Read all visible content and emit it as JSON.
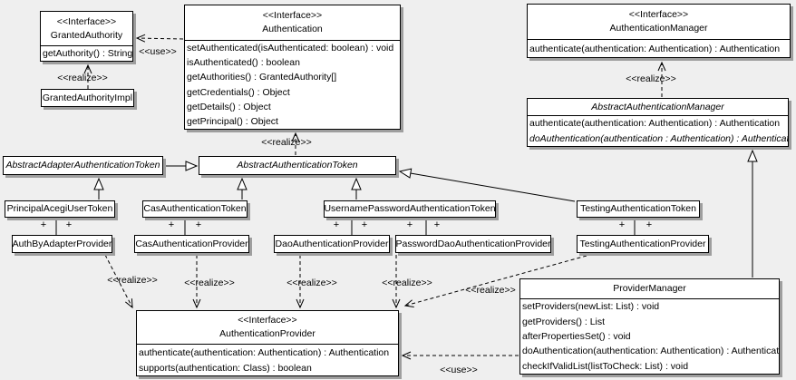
{
  "colors": {
    "background": "#efefef",
    "box_fill": "#ffffff",
    "line": "#000000",
    "shadow": "#9e9e9e"
  },
  "labels": {
    "use": "<<use>>",
    "realize": "<<realize>>",
    "plus": "+"
  },
  "classes": {
    "grantedAuthority": {
      "stereotype": "<<Interface>>",
      "name": "GrantedAuthority",
      "methods": [
        "getAuthority() : String"
      ]
    },
    "grantedAuthorityImpl": {
      "name": "GrantedAuthorityImpl"
    },
    "authentication": {
      "stereotype": "<<Interface>>",
      "name": "Authentication",
      "methods": [
        "setAuthenticated(isAuthenticated: boolean) : void",
        "isAuthenticated() : boolean",
        "getAuthorities() : GrantedAuthority[]",
        "getCredentials() : Object",
        "getDetails() : Object",
        "getPrincipal() : Object"
      ]
    },
    "authenticationManager": {
      "stereotype": "<<Interface>>",
      "name": "AuthenticationManager",
      "methods": [
        "authenticate(authentication: Authentication) : Authentication"
      ]
    },
    "abstractAuthenticationManager": {
      "name": "AbstractAuthenticationManager",
      "methods": [
        "authenticate(authentication: Authentication) : Authentication",
        "doAuthentication(authentication : Authentication) : Authentication"
      ]
    },
    "abstractAdapterAuthenticationToken": {
      "name": "AbstractAdapterAuthenticationToken"
    },
    "abstractAuthenticationToken": {
      "name": "AbstractAuthenticationToken"
    },
    "principalAcegiUserToken": {
      "name": "PrincipalAcegiUserToken"
    },
    "casAuthenticationToken": {
      "name": "CasAuthenticationToken"
    },
    "usernamePasswordAuthenticationToken": {
      "name": "UsernamePasswordAuthenticationToken"
    },
    "testingAuthenticationToken": {
      "name": "TestingAuthenticationToken"
    },
    "authByAdapterProvider": {
      "name": "AuthByAdapterProvider"
    },
    "casAuthenticationProvider": {
      "name": "CasAuthenticationProvider"
    },
    "daoAuthenticationProvider": {
      "name": "DaoAuthenticationProvider"
    },
    "passwordDaoAuthenticationProvider": {
      "name": "PasswordDaoAuthenticationProvider"
    },
    "testingAuthenticationProvider": {
      "name": "TestingAuthenticationProvider"
    },
    "authenticationProvider": {
      "stereotype": "<<Interface>>",
      "name": "AuthenticationProvider",
      "methods": [
        "authenticate(authentication: Authentication) : Authentication",
        "supports(authentication: Class) : boolean"
      ]
    },
    "providerManager": {
      "name": "ProviderManager",
      "methods": [
        "setProviders(newList: List) : void",
        "getProviders() : List",
        "afterPropertiesSet() : void",
        "doAuthentication(authentication: Authentication) : Authentication",
        "checkIfValidList(listToCheck: List) : void"
      ]
    }
  }
}
